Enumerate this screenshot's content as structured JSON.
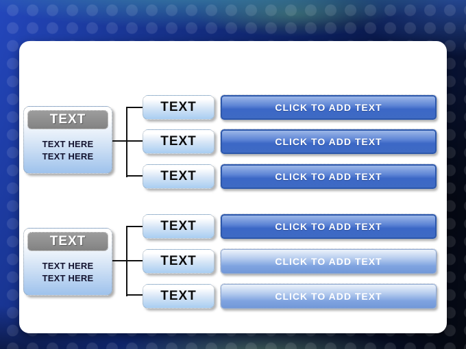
{
  "slide": {
    "type": "presentation-template",
    "background_accent": "#16318a",
    "panel_color": "#ffffff",
    "button_accent": "#3c68c6",
    "header_gray": "#8a8a8a"
  },
  "groups": [
    {
      "header": "TEXT",
      "line1": "TEXT HERE",
      "line2": "TEXT HERE",
      "rows": [
        {
          "label": "TEXT",
          "cta": "CLICK TO ADD TEXT"
        },
        {
          "label": "TEXT",
          "cta": "CLICK TO ADD TEXT"
        },
        {
          "label": "TEXT",
          "cta": "CLICK TO ADD TEXT"
        }
      ]
    },
    {
      "header": "TEXT",
      "line1": "TEXT HERE",
      "line2": "TEXT HERE",
      "rows": [
        {
          "label": "TEXT",
          "cta": "CLICK TO ADD TEXT"
        },
        {
          "label": "TEXT",
          "cta": "CLICK TO ADD TEXT"
        },
        {
          "label": "TEXT",
          "cta": "CLICK TO ADD TEXT"
        }
      ]
    }
  ]
}
